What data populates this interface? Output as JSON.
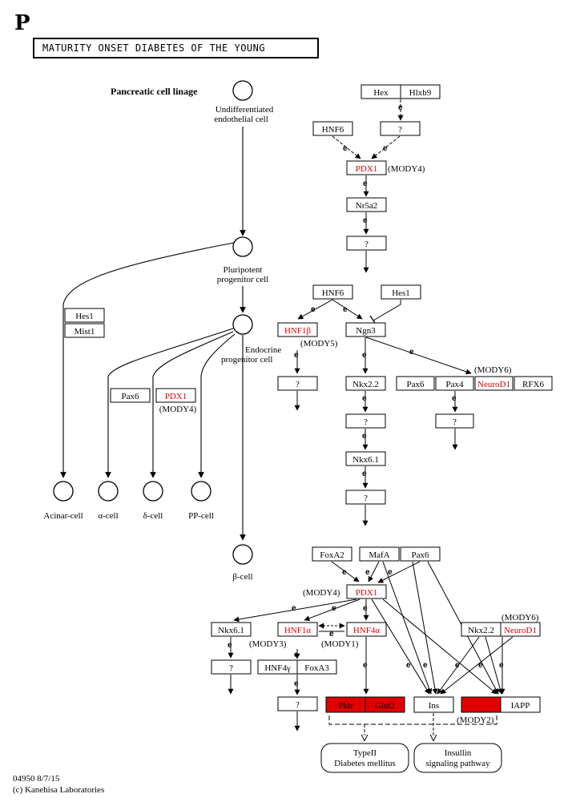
{
  "panel_letter": "P",
  "title": "MATURITY ONSET DIABETES OF THE YOUNG",
  "lineage_header": "Pancreatic cell linage",
  "cells": {
    "undiff_1": "Undifferentiated",
    "undiff_2": "endothelial cell",
    "plurip_1": "Pluripotent",
    "plurip_2": "progenitor cell",
    "endo_1": "Endocrine",
    "endo_2": "progenitor cell",
    "acinar": "Acinar-cell",
    "alpha": "α-cell",
    "delta": "δ-cell",
    "pp": "PP-cell",
    "beta": "β-cell"
  },
  "genes": {
    "hex": "Hex",
    "hlxb9": "Hlxb9",
    "hnf6_a": "HNF6",
    "q1": "?",
    "pdx1_a": "PDX1",
    "nr5a2": "Nr5a2",
    "q2": "?",
    "hnf6_b": "HNF6",
    "hes1_b": "Hes1",
    "hnf1b": "HNF1β",
    "ngn3": "Ngn3",
    "q3": "?",
    "nkx22_a": "Nkx2.2",
    "q4": "?",
    "nkx61_a": "Nkx6.1",
    "q5": "?",
    "pax6_a": "Pax6",
    "pax4": "Pax4",
    "neurod1_a": "NeuroD1",
    "rfx6": "RFX6",
    "q6": "?",
    "hes1_l": "Hes1",
    "mist1": "Mist1",
    "pax6_l": "Pax6",
    "pdx1_l": "PDX1",
    "foxa2": "FoxA2",
    "mafa": "MafA",
    "pax6_c": "Pax6",
    "pdx1_c": "PDX1",
    "nkx61_c": "Nkx6.1",
    "hnf1a": "HNF1α",
    "hnf4a": "HNF4α",
    "nkx22_c": "Nkx2.2",
    "neurod1_c": "NeuroD1",
    "q7": "?",
    "hnf4g": "HNF4γ",
    "foxa3": "FoxA3",
    "q8": "?",
    "pklr": "Pklr",
    "glut2": "Glut2",
    "ins": "Ins",
    "iapp": "IAPP"
  },
  "mody_labels": {
    "m4_a": "(MODY4)",
    "m5": "(MODY5)",
    "m6_a": "(MODY6)",
    "m4_l": "(MODY4)",
    "m4_c": "(MODY4)",
    "m6_c": "(MODY6)",
    "m3": "(MODY3)",
    "m1": "(MODY1)",
    "m2": "(MODY2)"
  },
  "pathways": {
    "t2dm_1": "TypeII",
    "t2dm_2": "Diabetes mellitus",
    "ins_1": "Insullin",
    "ins_2": "signaling pathway"
  },
  "edge_label": "e",
  "footer": {
    "line1": "04950 8/7/15",
    "line2": "(c) Kanehisa Laboratories"
  },
  "colors": {
    "highlight_text": "#e00000",
    "highlight_fill": "#e00000",
    "line": "#000000"
  }
}
